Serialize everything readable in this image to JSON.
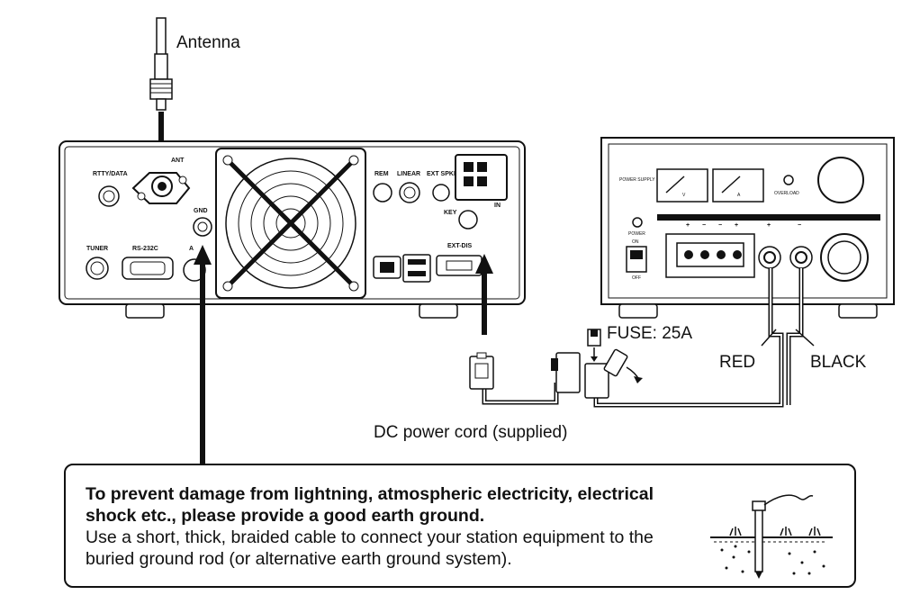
{
  "labels": {
    "antenna": "Antenna",
    "fuse": "FUSE: 25A",
    "red": "RED",
    "black": "BLACK",
    "dc_cord": "DC power cord (supplied)"
  },
  "transceiver_panel": {
    "rtty_data": "RTTY/DATA",
    "ant": "ANT",
    "gnd": "GND",
    "tuner": "TUNER",
    "rs232c": "RS-232C",
    "acc": "A",
    "rem": "REM",
    "linear": "LINEAR",
    "ext_spkr": "EXT SPKR",
    "key": "KEY",
    "dc_in": "IN",
    "ext_disp": "EXT-DIS"
  },
  "power_supply_panel": {
    "brand": "POWER SUPPLY",
    "meter_v": "V",
    "meter_a": "A",
    "overload": "OVERLOAD",
    "power": "POWER",
    "on": "ON",
    "off": "OFF",
    "plus": "+",
    "minus": "−"
  },
  "note": {
    "bold_text": "To prevent damage from lightning, atmospheric electricity, electrical shock etc., please provide a good earth ground.",
    "normal_text": "Use a short, thick, braided cable to connect your station equipment to the buried ground rod (or alternative earth ground system)."
  }
}
